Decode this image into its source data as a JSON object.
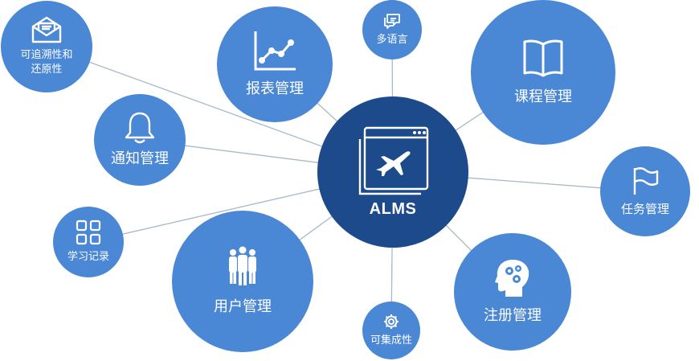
{
  "diagram": {
    "center": {
      "label": "ALMS",
      "icon": "airplane-window-icon"
    },
    "modules": [
      {
        "id": "traceability",
        "label": "可追溯性和\n还原性",
        "icon": "envelope-icon"
      },
      {
        "id": "reports",
        "label": "报表管理",
        "icon": "line-chart-icon"
      },
      {
        "id": "multilang",
        "label": "多语言",
        "icon": "chat-bubbles-icon"
      },
      {
        "id": "courses",
        "label": "课程管理",
        "icon": "open-book-icon"
      },
      {
        "id": "notify",
        "label": "通知管理",
        "icon": "bell-icon"
      },
      {
        "id": "tasks",
        "label": "任务管理",
        "icon": "flag-icon"
      },
      {
        "id": "learning",
        "label": "学习记录",
        "icon": "grid-icon"
      },
      {
        "id": "users",
        "label": "用户管理",
        "icon": "people-icon"
      },
      {
        "id": "register",
        "label": "注册管理",
        "icon": "head-gears-icon"
      },
      {
        "id": "integration",
        "label": "可集成性",
        "icon": "gear-icon"
      }
    ]
  },
  "colors": {
    "node": "#4a87d5",
    "center": "#1d4a8a",
    "line": "#a8b8c8"
  }
}
